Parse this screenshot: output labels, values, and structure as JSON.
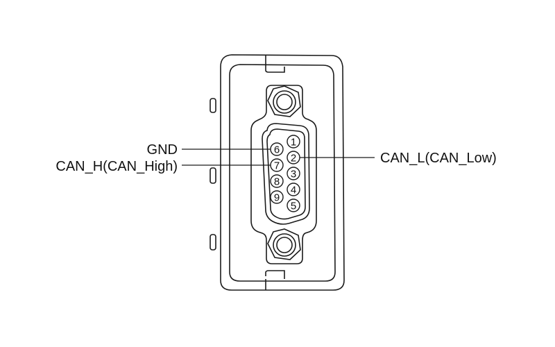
{
  "connector": {
    "pins": [
      {
        "number": "1"
      },
      {
        "number": "2"
      },
      {
        "number": "3"
      },
      {
        "number": "4"
      },
      {
        "number": "5"
      },
      {
        "number": "6"
      },
      {
        "number": "7"
      },
      {
        "number": "8"
      },
      {
        "number": "9"
      }
    ]
  },
  "labels": {
    "gnd": "GND",
    "can_h": "CAN_H(CAN_High)",
    "can_l": "CAN_L(CAN_Low)"
  },
  "colors": {
    "stroke": "#1a1a1a",
    "background": "#ffffff"
  }
}
